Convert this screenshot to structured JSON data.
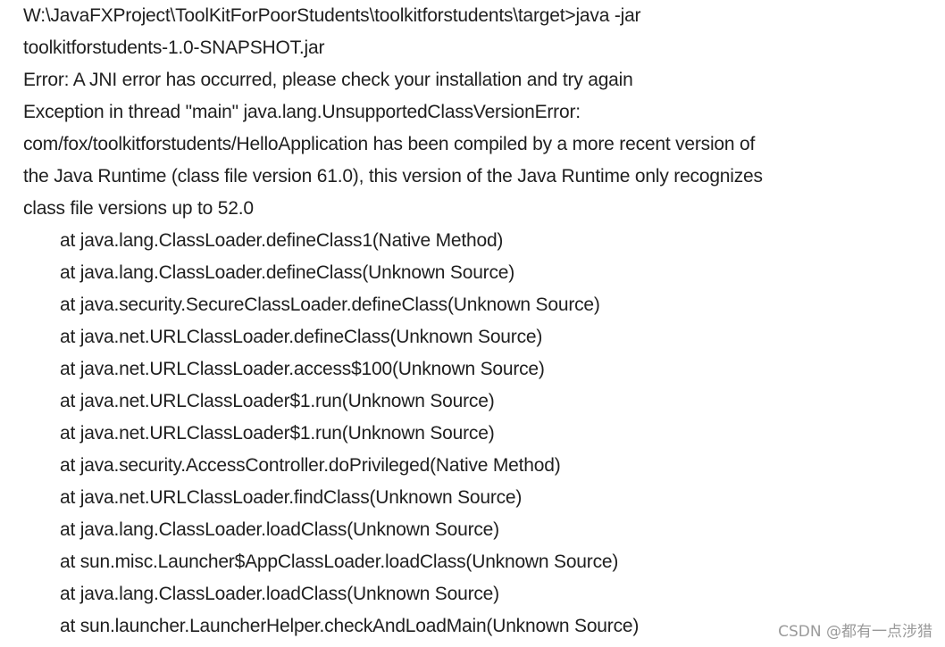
{
  "console": {
    "lines": [
      {
        "text": "W:\\JavaFXProject\\ToolKitForPoorStudents\\toolkitforstudents\\target>java -jar",
        "indent": false
      },
      {
        "text": "toolkitforstudents-1.0-SNAPSHOT.jar",
        "indent": false
      },
      {
        "text": "Error: A JNI error has occurred, please check your installation and try again",
        "indent": false
      },
      {
        "text": "Exception in thread \"main\" java.lang.UnsupportedClassVersionError:",
        "indent": false
      },
      {
        "text": "com/fox/toolkitforstudents/HelloApplication has been compiled by a more recent version of",
        "indent": false
      },
      {
        "text": "the Java Runtime (class file version 61.0), this version of the Java Runtime only recognizes",
        "indent": false
      },
      {
        "text": "class file versions up to 52.0",
        "indent": false
      },
      {
        "text": "at java.lang.ClassLoader.defineClass1(Native Method)",
        "indent": true
      },
      {
        "text": "at java.lang.ClassLoader.defineClass(Unknown Source)",
        "indent": true
      },
      {
        "text": "at java.security.SecureClassLoader.defineClass(Unknown Source)",
        "indent": true
      },
      {
        "text": "at java.net.URLClassLoader.defineClass(Unknown Source)",
        "indent": true
      },
      {
        "text": "at java.net.URLClassLoader.access$100(Unknown Source)",
        "indent": true
      },
      {
        "text": "at java.net.URLClassLoader$1.run(Unknown Source)",
        "indent": true
      },
      {
        "text": "at java.net.URLClassLoader$1.run(Unknown Source)",
        "indent": true
      },
      {
        "text": "at java.security.AccessController.doPrivileged(Native Method)",
        "indent": true
      },
      {
        "text": "at java.net.URLClassLoader.findClass(Unknown Source)",
        "indent": true
      },
      {
        "text": "at java.lang.ClassLoader.loadClass(Unknown Source)",
        "indent": true
      },
      {
        "text": "at sun.misc.Launcher$AppClassLoader.loadClass(Unknown Source)",
        "indent": true
      },
      {
        "text": "at java.lang.ClassLoader.loadClass(Unknown Source)",
        "indent": true
      },
      {
        "text": "at sun.launcher.LauncherHelper.checkAndLoadMain(Unknown Source)",
        "indent": true
      }
    ]
  },
  "watermark": {
    "text": "CSDN @都有一点涉猎"
  },
  "colors": {
    "text": "#1f1f1f",
    "background": "#ffffff",
    "watermark": "#9a9a9a"
  }
}
